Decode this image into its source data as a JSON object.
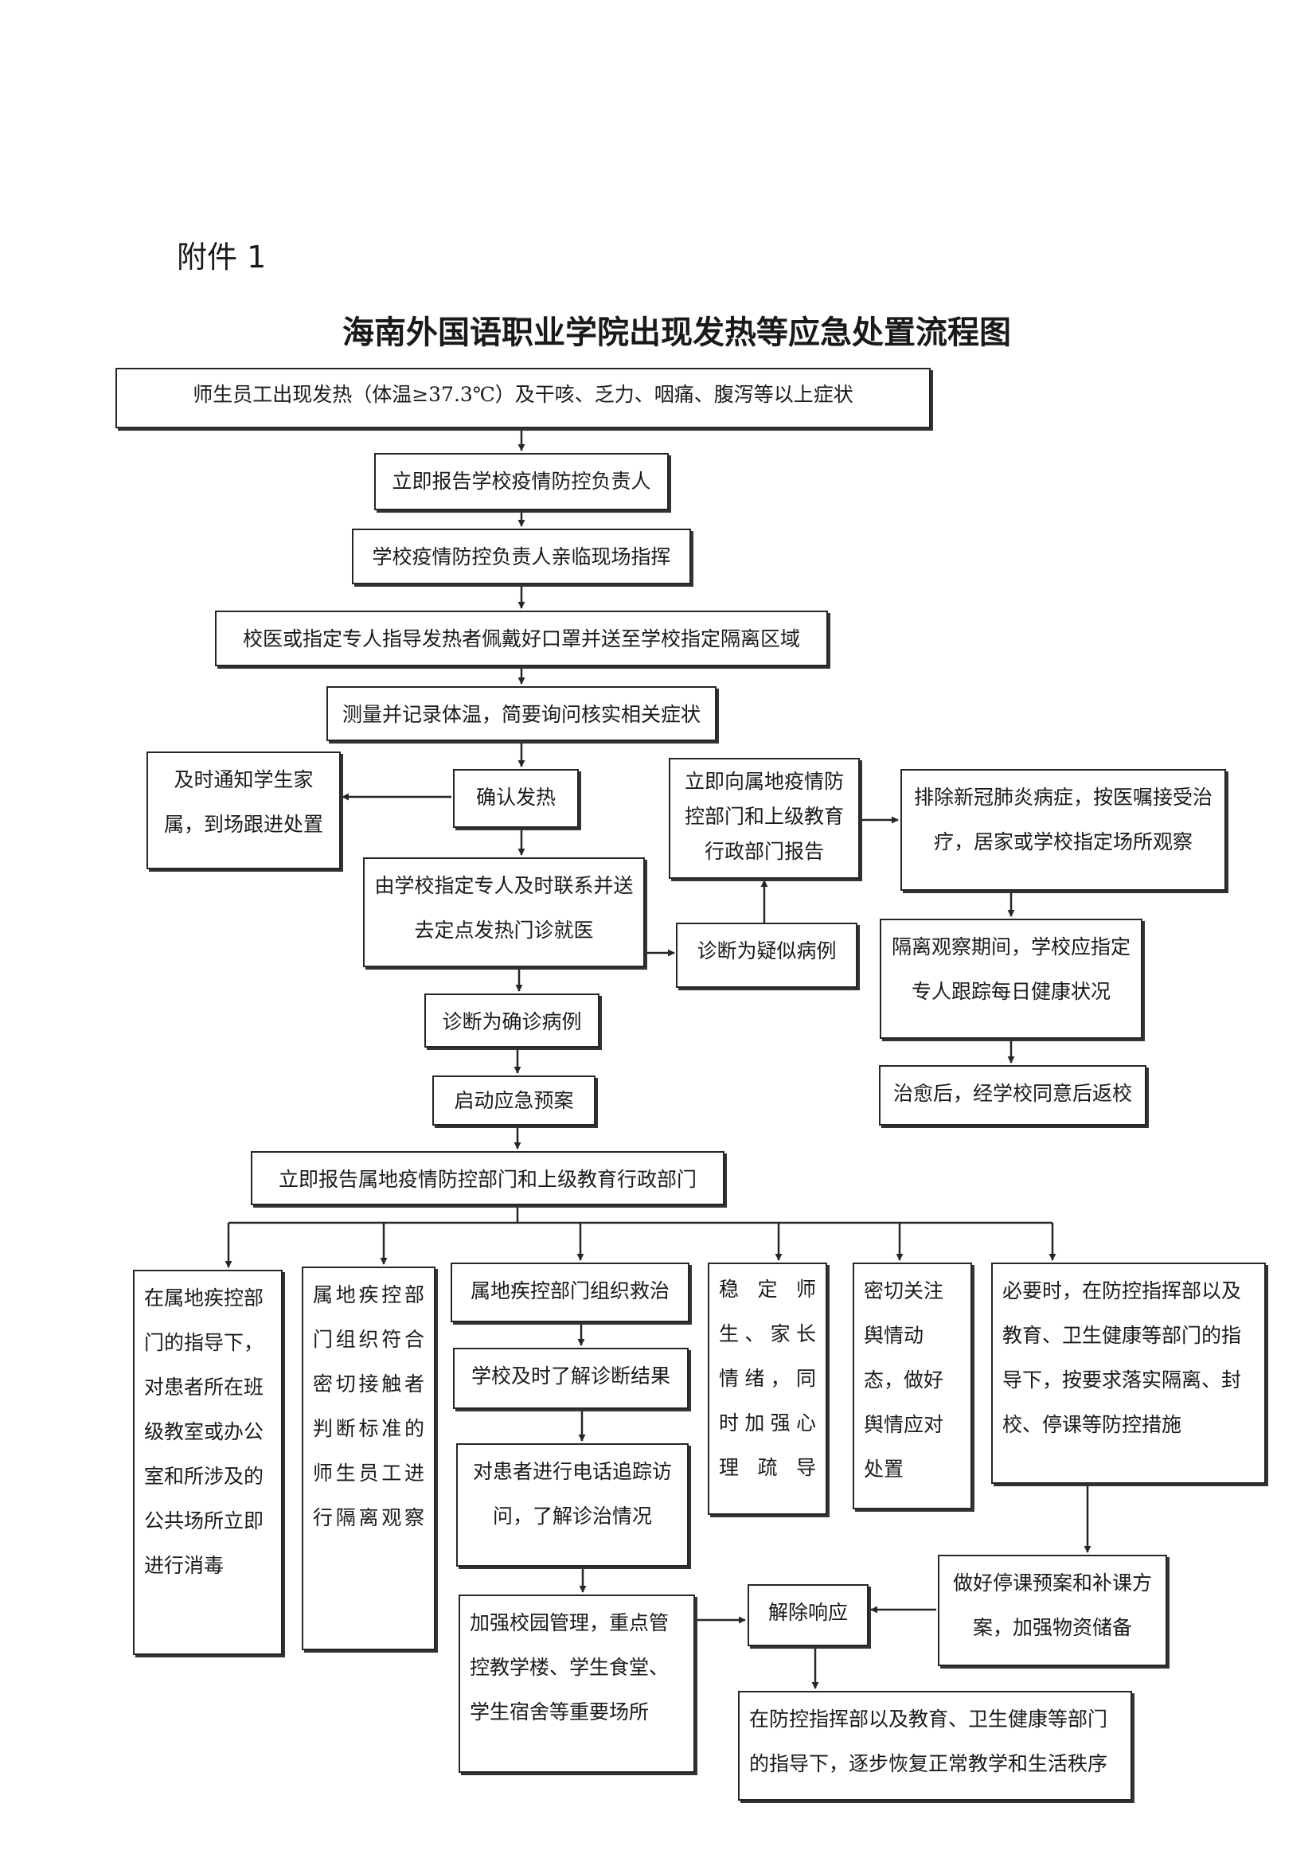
{
  "annex": "附件 1",
  "title": "海南外国语职业学院出现发热等应急处置流程图",
  "boxes": {
    "symptoms": "师生员工出现发热（体温≥37.3℃）及干咳、乏力、咽痛、腹泻等以上症状",
    "report_leader": "立即报告学校疫情防控负责人",
    "leader_onsite": "学校疫情防控负责人亲临现场指挥",
    "isolate": "校医或指定专人指导发热者佩戴好口罩并送至学校指定隔离区域",
    "measure": "测量并记录体温，简要询问核实相关症状",
    "notify_family": "及时通知学生家属，到场跟进处置",
    "confirm_fever": "确认发热",
    "send_clinic": "由学校指定专人及时联系并送去定点发热门诊就医",
    "suspected": "诊断为疑似病例",
    "report_authorities": "立即向属地疫情防控部门和上级教育行政部门报告",
    "exclude": "排除新冠肺炎病症，按医嘱接受治疗，居家或学校指定场所观察",
    "observe": "隔离观察期间，学校应指定专人跟踪每日健康状况",
    "return_school": "治愈后，经学校同意后返校",
    "confirmed": "诊断为确诊病例",
    "emergency_plan": "启动应急预案",
    "report_immediately": "立即报告属地疫情防控部门和上级教育行政部门",
    "disinfect": "在属地疾控部门的指导下，对患者所在班级教室或办公室和所涉及的公共场所立即进行消毒",
    "close_contacts": "属地疾控部门组织符合密切接触者判断标准的师生员工进行隔离观察",
    "rescue": "属地疾控部门组织救治",
    "diagnosis_result": "学校及时了解诊断结果",
    "phone_followup": "对患者进行电话追踪访问，了解诊治情况",
    "campus_mgmt": "加强校园管理，重点管控教学楼、学生食堂、学生宿舍等重要场所",
    "stabilize": "稳定师生、家长情绪，同时加强心理疏导",
    "public_opinion": "密切关注舆情动态，做好舆情应对处置",
    "lockdown": "必要时，在防控指挥部以及教育、卫生健康等部门的指导下，按要求落实隔离、封校、停课等防控措施",
    "suspend_classes": "做好停课预案和补课方案，加强物资储备",
    "lift_response": "解除响应",
    "resume": "在防控指挥部以及教育、卫生健康等部门的指导下，逐步恢复正常教学和生活秩序"
  }
}
